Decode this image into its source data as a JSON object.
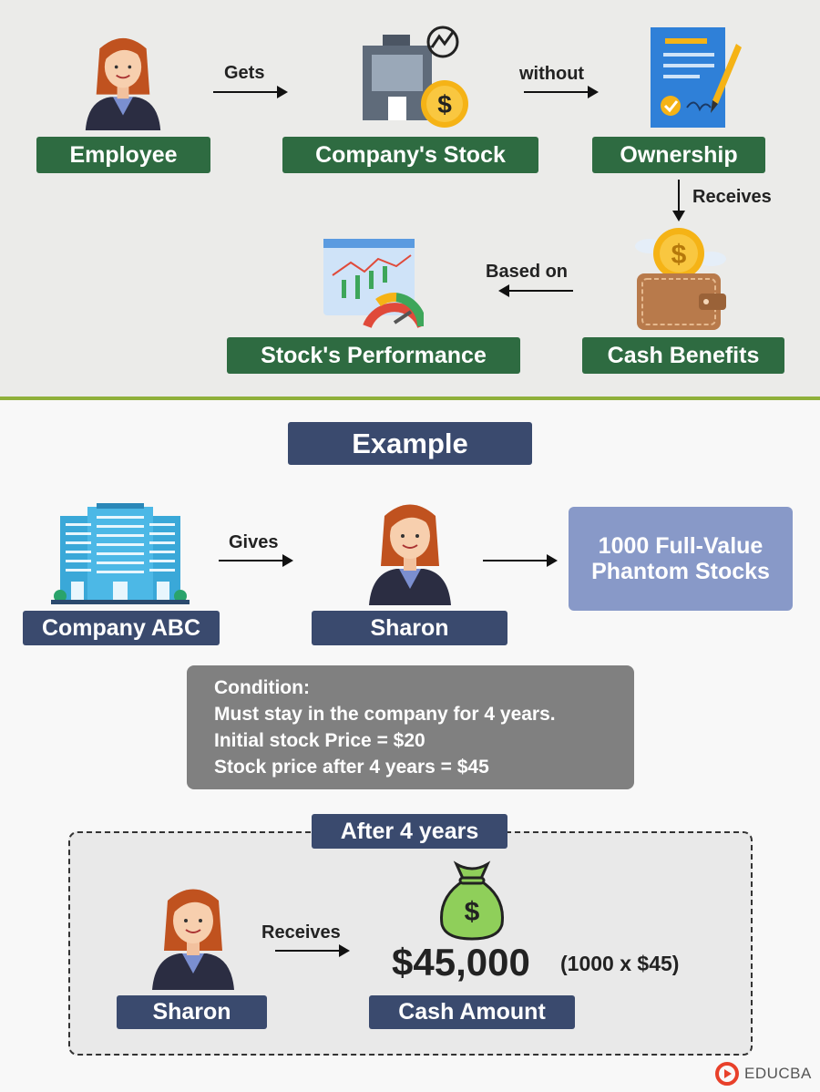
{
  "top": {
    "labels": {
      "employee": "Employee",
      "company_stock": "Company's Stock",
      "ownership": "Ownership",
      "stock_performance": "Stock's Performance",
      "cash_benefits": "Cash Benefits"
    },
    "arrows": {
      "gets": "Gets",
      "without": "without",
      "receives": "Receives",
      "based_on": "Based on"
    }
  },
  "example": {
    "title": "Example",
    "gives": "Gives",
    "company": "Company ABC",
    "person": "Sharon",
    "phantom_line1": "1000 Full-Value",
    "phantom_line2": "Phantom Stocks",
    "condition": [
      "Condition:",
      "Must stay in the company for 4 years.",
      "Initial stock Price = $20",
      "Stock price after 4 years = $45"
    ],
    "after": {
      "title": "After 4 years",
      "person": "Sharon",
      "receives": "Receives",
      "amount": "$45,000",
      "formula": "(1000 x $45)",
      "amount_label": "Cash Amount"
    }
  },
  "brand": {
    "logo_text": "EDUCBA"
  },
  "colors": {
    "green": "#2e6b41",
    "navy": "#3a4a6e",
    "accent_line": "#8fb03a",
    "phantom_box": "#8899c8"
  }
}
